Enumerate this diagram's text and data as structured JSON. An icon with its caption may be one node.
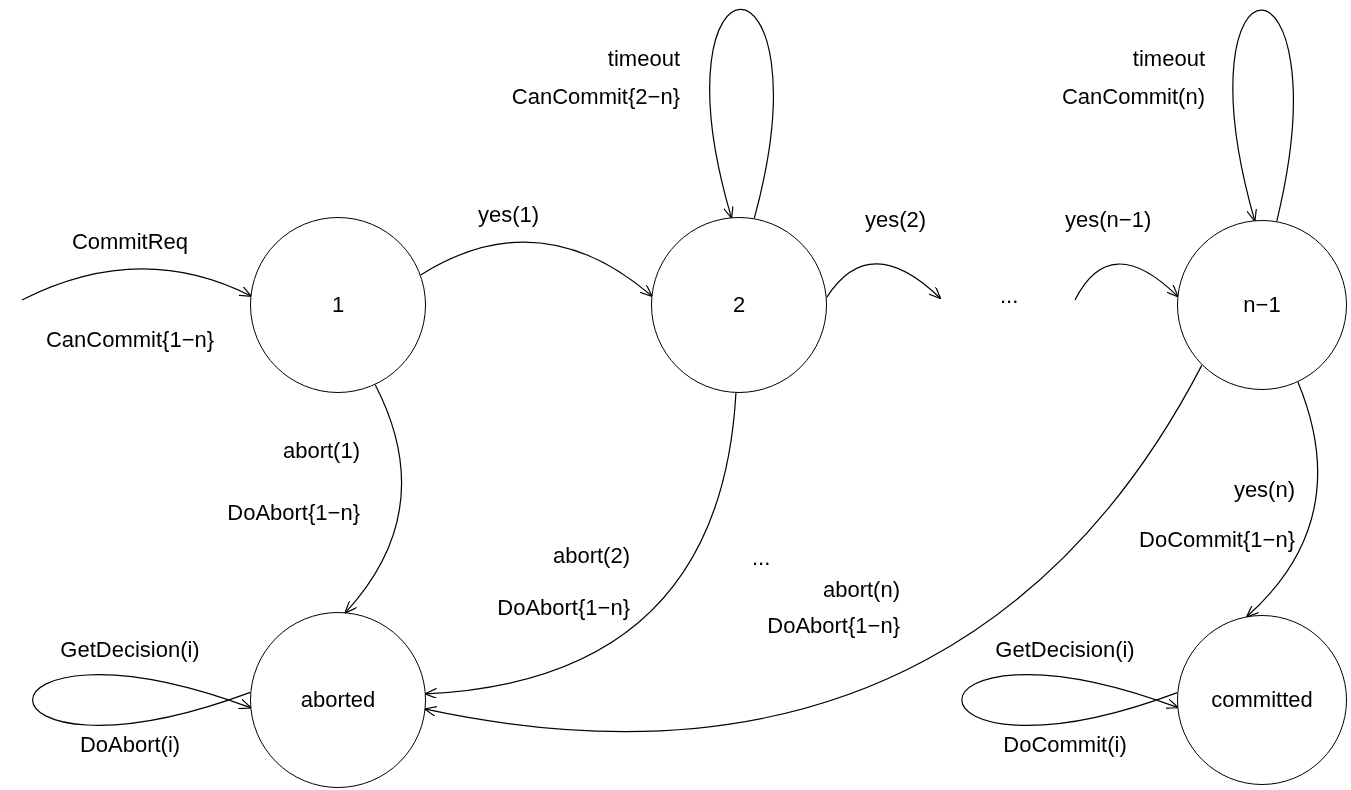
{
  "diagram": {
    "nodes": [
      {
        "text": [
          "1"
        ]
      },
      {
        "text": [
          "2"
        ]
      },
      {
        "text": [
          "n−1"
        ]
      },
      {
        "text": [
          "aborted"
        ]
      },
      {
        "text": [
          "committed"
        ]
      }
    ],
    "edges": [
      {
        "from": null,
        "to": 0,
        "arrow": "to",
        "label": "CommitReq CanCommit{1−n}"
      },
      {
        "from": 0,
        "to": 1,
        "arrow": "to",
        "label": "yes(1)"
      },
      {
        "from": 1,
        "to": null,
        "arrow": "to",
        "label": "yes(2)"
      },
      {
        "from": null,
        "to": 2,
        "arrow": "to",
        "label": "yes(n−1)"
      },
      {
        "from": 1,
        "to": 1,
        "arrow": "to",
        "label": "timeout CanCommit{2−n}"
      },
      {
        "from": 2,
        "to": 2,
        "arrow": "to",
        "label": "timeout CanCommit(n)"
      },
      {
        "from": 0,
        "to": 3,
        "arrow": "to",
        "label": "abort(1) DoAbort{1−n}"
      },
      {
        "from": 1,
        "to": 3,
        "arrow": "to",
        "label": "abort(2) DoAbort{1−n}"
      },
      {
        "from": 2,
        "to": 3,
        "arrow": "to",
        "label": "abort(n) DoAbort{1−n}"
      },
      {
        "from": 2,
        "to": 4,
        "arrow": "to",
        "label": "yes(n) DoCommit{1−n}"
      },
      {
        "from": 3,
        "to": 3,
        "arrow": "to",
        "label": "GetDecision(i) DoAbort(i)"
      },
      {
        "from": 4,
        "to": 4,
        "arrow": "to",
        "label": "GetDecision(i) DoCommit(i)"
      }
    ],
    "labels": [
      "...",
      "..."
    ]
  }
}
